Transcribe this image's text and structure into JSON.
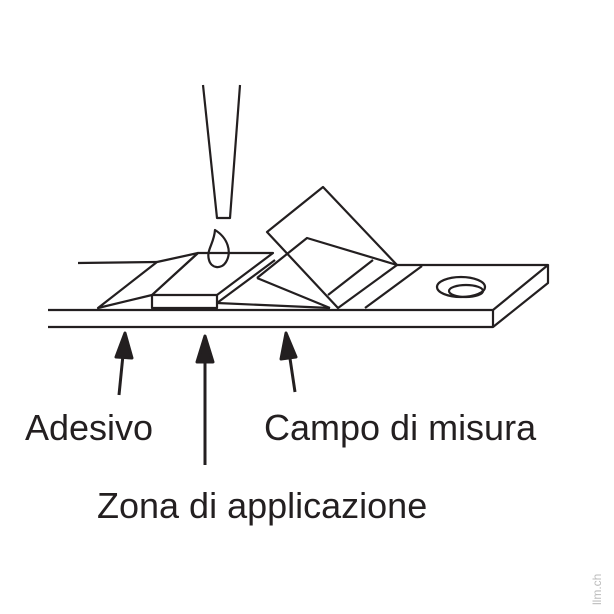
{
  "labels": {
    "adhesive": "Adesivo",
    "measuring_field": "Campo di misura",
    "application_zone": "Zona di applicazione"
  },
  "watermark": "llm.ch",
  "colors": {
    "line": "#231f20",
    "background": "#ffffff"
  }
}
